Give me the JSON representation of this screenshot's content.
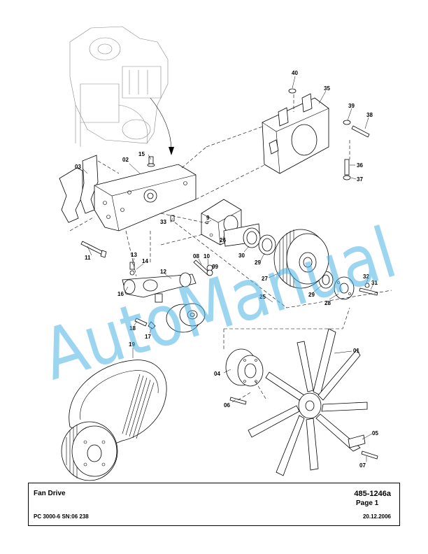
{
  "title_block": {
    "name": "Fan Drive",
    "doc_number": "485-1246a",
    "page": "Page 1",
    "model": "PC 3000-6 SN:06 238",
    "date": "20.12.2006"
  },
  "watermark": "AutoManual",
  "watermark_color": "#4ab3e3",
  "callouts": {
    "c01": "01",
    "c02": "02",
    "c03": "03",
    "c04": "04",
    "c05": "05",
    "c06": "06",
    "c07": "07",
    "c08": "08",
    "c09": "09",
    "c9": "9",
    "c10": "10",
    "c11": "11",
    "c12": "12",
    "c13": "13",
    "c14": "14",
    "c15": "15",
    "c16": "16",
    "c17": "17",
    "c18": "18",
    "c19": "19",
    "c25": "25",
    "c26": "26",
    "c27": "27",
    "c28": "28",
    "c29a": "29",
    "c29b": "29",
    "c30": "30",
    "c31": "31",
    "c32": "32",
    "c33": "33",
    "c35": "35",
    "c36": "36",
    "c37": "37",
    "c38": "38",
    "c39": "39",
    "c40": "40"
  }
}
